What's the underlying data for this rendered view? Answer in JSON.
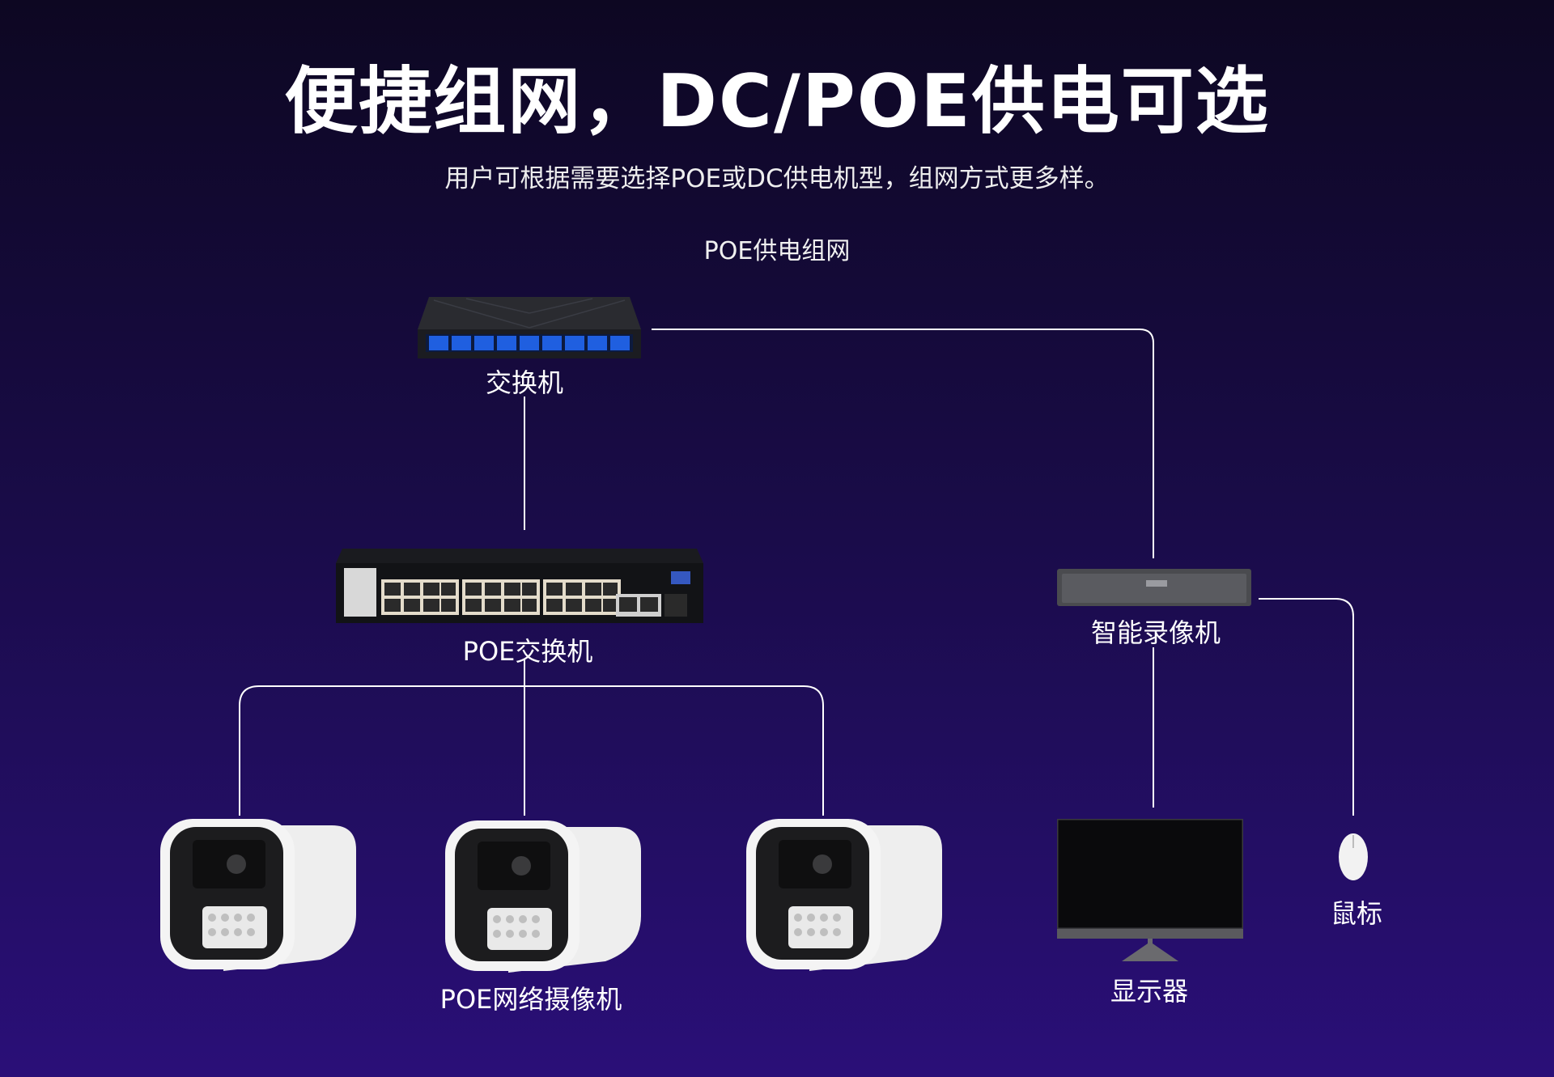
{
  "header": {
    "title": "便捷组网，DC/POE供电可选",
    "subtitle": "用户可根据需要选择POE或DC供电机型，组网方式更多样。"
  },
  "diagram": {
    "section_title": "POE供电组网",
    "nodes": {
      "switch": "交换机",
      "poe_switch": "POE交换机",
      "nvr": "智能录像机",
      "cameras": "POE网络摄像机",
      "monitor": "显示器",
      "mouse": "鼠标"
    }
  },
  "colors": {
    "background_top": "#0d0722",
    "background_bottom": "#2a0f78",
    "line": "#ffffff",
    "switch_port_accent": "#1f5fe0"
  },
  "icons": {
    "switch": "network-switch-icon",
    "poe_switch": "poe-switch-icon",
    "nvr": "nvr-icon",
    "camera": "bullet-camera-icon",
    "monitor": "monitor-icon",
    "mouse": "mouse-icon"
  }
}
